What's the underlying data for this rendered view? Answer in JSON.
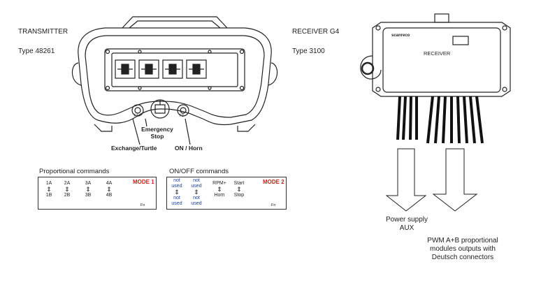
{
  "transmitter": {
    "title": "TRANSMITTER",
    "type_label": "Type 48261",
    "emergency_stop": [
      "Emergency",
      "Stop"
    ],
    "exchange_turtle": "Exchange/Turtle",
    "on_horn": "ON / Horn",
    "key_labels": [
      "F1",
      "F2"
    ]
  },
  "receiver": {
    "title": "RECEIVER G4",
    "type_label": "Type 3100",
    "brand": "scanreco",
    "device_label": "RECEIVER",
    "power_supply": [
      "Power supply",
      "AUX"
    ],
    "pwm": [
      "PWM A+B  proportional",
      "modules outputs with",
      "Deutsch connectors"
    ]
  },
  "proportional": {
    "title": "Proportional commands",
    "commands": [
      {
        "top": "1A",
        "bottom": "1B"
      },
      {
        "top": "2A",
        "bottom": "2B"
      },
      {
        "top": "3A",
        "bottom": "3B"
      },
      {
        "top": "4A",
        "bottom": "4B"
      }
    ],
    "mode": "MODE 1",
    "fn": "Fn"
  },
  "onoff": {
    "title": "ON/OFF commands",
    "commands": [
      {
        "top": [
          "not",
          "used"
        ],
        "bottom": [
          "not",
          "used"
        ],
        "color": "#1a3fa0"
      },
      {
        "top": [
          "not",
          "used"
        ],
        "bottom": [
          "not",
          "used"
        ],
        "color": "#1a3fa0"
      },
      {
        "top": [
          "RPM+"
        ],
        "bottom": [
          "Horn"
        ],
        "color": "#222222"
      },
      {
        "top": [
          "Start"
        ],
        "bottom": [
          "Stop"
        ],
        "color": "#222222"
      }
    ],
    "mode": "MODE 2",
    "fn": "Fn"
  },
  "icons": {
    "updown": "up-down-arrow-icon",
    "toggle": "toggle-switch-icon"
  },
  "colors": {
    "mode_red": "#d21b1b",
    "not_used_blue": "#1a3fa0",
    "outline": "#333333"
  }
}
